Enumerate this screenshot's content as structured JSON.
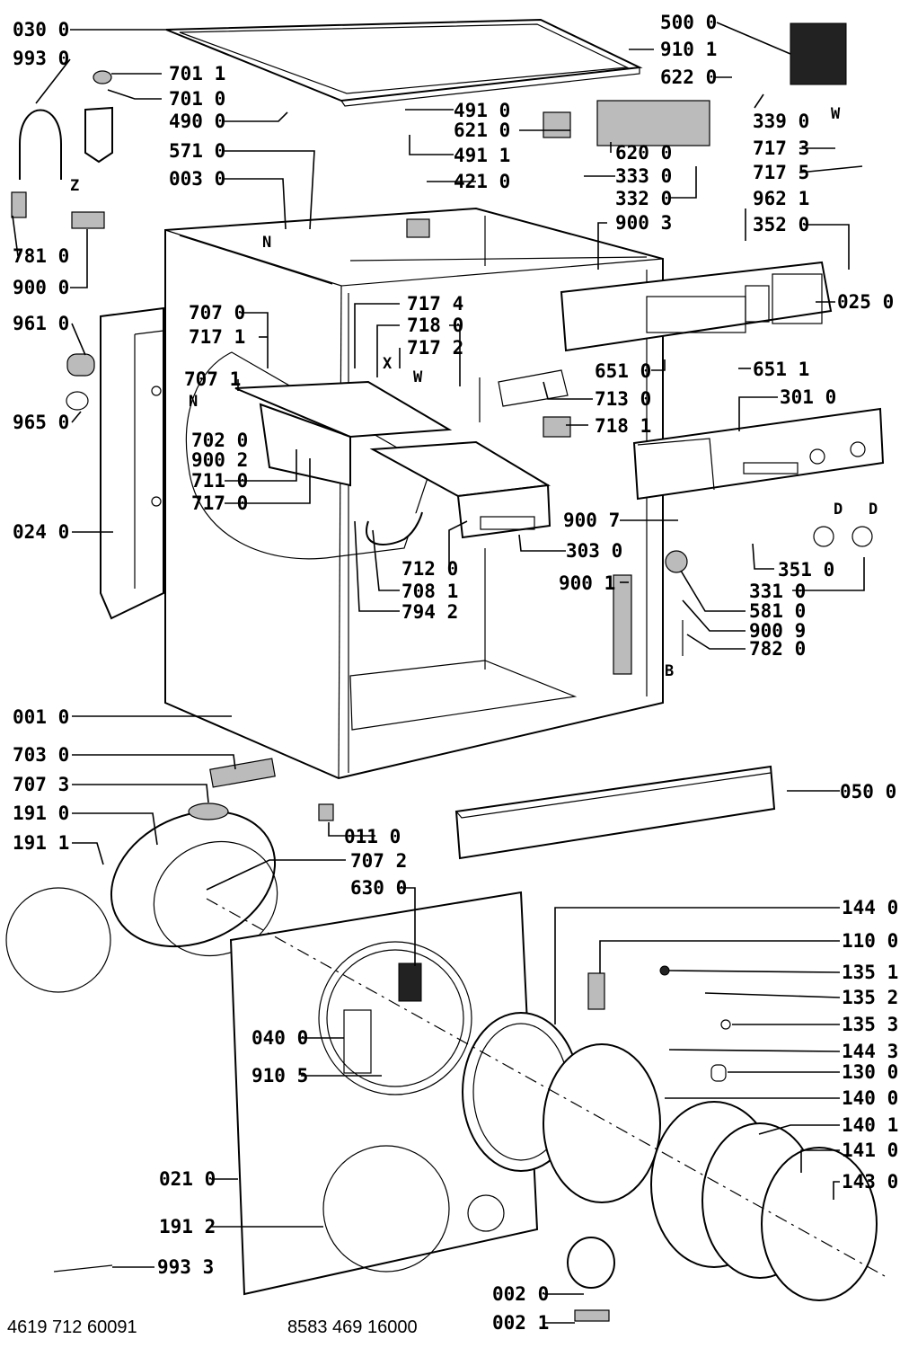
{
  "labels": [
    {
      "id": "p030",
      "text": "030 0"
    },
    {
      "id": "p993a",
      "text": "993 0"
    },
    {
      "id": "p701a",
      "text": "701 1"
    },
    {
      "id": "p701b",
      "text": "701 0"
    },
    {
      "id": "p490",
      "text": "490 0"
    },
    {
      "id": "p571",
      "text": "571 0"
    },
    {
      "id": "p003",
      "text": "003 0"
    },
    {
      "id": "p781",
      "text": "781 0"
    },
    {
      "id": "p900a",
      "text": "900 0"
    },
    {
      "id": "p961",
      "text": "961 0"
    },
    {
      "id": "p965",
      "text": "965 0"
    },
    {
      "id": "p024",
      "text": "024 0"
    },
    {
      "id": "p707a",
      "text": "707 0"
    },
    {
      "id": "p717a",
      "text": "717 1"
    },
    {
      "id": "p707b",
      "text": "707 1"
    },
    {
      "id": "p702",
      "text": "702 0"
    },
    {
      "id": "p900b",
      "text": "900 2"
    },
    {
      "id": "p711",
      "text": "711 0"
    },
    {
      "id": "p717b",
      "text": "717 0"
    },
    {
      "id": "p717c",
      "text": "717 4"
    },
    {
      "id": "p718a",
      "text": "718 0"
    },
    {
      "id": "p717d",
      "text": "717 2"
    },
    {
      "id": "p491a",
      "text": "491 0"
    },
    {
      "id": "p621",
      "text": "621 0"
    },
    {
      "id": "p491b",
      "text": "491 1"
    },
    {
      "id": "p421",
      "text": "421 0"
    },
    {
      "id": "p500",
      "text": "500 0"
    },
    {
      "id": "p910a",
      "text": "910 1"
    },
    {
      "id": "p622",
      "text": "622 0"
    },
    {
      "id": "p339",
      "text": "339 0"
    },
    {
      "id": "p717e",
      "text": "717 3"
    },
    {
      "id": "p717f",
      "text": "717 5"
    },
    {
      "id": "p620",
      "text": "620 0"
    },
    {
      "id": "p333",
      "text": "333 0"
    },
    {
      "id": "p332",
      "text": "332 0"
    },
    {
      "id": "p962",
      "text": "962 1"
    },
    {
      "id": "p900c",
      "text": "900 3"
    },
    {
      "id": "p352",
      "text": "352 0"
    },
    {
      "id": "p025",
      "text": "025 0"
    },
    {
      "id": "p651a",
      "text": "651 0"
    },
    {
      "id": "p651b",
      "text": "651 1"
    },
    {
      "id": "p713",
      "text": "713 0"
    },
    {
      "id": "p718b",
      "text": "718 1"
    },
    {
      "id": "p301",
      "text": "301 0"
    },
    {
      "id": "p900d",
      "text": "900 7"
    },
    {
      "id": "p303",
      "text": "303 0"
    },
    {
      "id": "p712",
      "text": "712 0"
    },
    {
      "id": "p708",
      "text": "708 1"
    },
    {
      "id": "p794",
      "text": "794 2"
    },
    {
      "id": "p900e",
      "text": "900 1"
    },
    {
      "id": "p351",
      "text": "351 0"
    },
    {
      "id": "p331",
      "text": "331 0"
    },
    {
      "id": "p581",
      "text": "581 0"
    },
    {
      "id": "p900f",
      "text": "900 9"
    },
    {
      "id": "p782",
      "text": "782 0"
    },
    {
      "id": "p001",
      "text": "001 0"
    },
    {
      "id": "p703",
      "text": "703 0"
    },
    {
      "id": "p707c",
      "text": "707 3"
    },
    {
      "id": "p191a",
      "text": "191 0"
    },
    {
      "id": "p191b",
      "text": "191 1"
    },
    {
      "id": "p011",
      "text": "011 0"
    },
    {
      "id": "p050",
      "text": "050 0"
    },
    {
      "id": "p707d",
      "text": "707 2"
    },
    {
      "id": "p630",
      "text": "630 0"
    },
    {
      "id": "p144a",
      "text": "144 0"
    },
    {
      "id": "p110",
      "text": "110 0"
    },
    {
      "id": "p135a",
      "text": "135 1"
    },
    {
      "id": "p135b",
      "text": "135 2"
    },
    {
      "id": "p135c",
      "text": "135 3"
    },
    {
      "id": "p144b",
      "text": "144 3"
    },
    {
      "id": "p040",
      "text": "040 0"
    },
    {
      "id": "p910b",
      "text": "910 5"
    },
    {
      "id": "p130",
      "text": "130 0"
    },
    {
      "id": "p140a",
      "text": "140 0"
    },
    {
      "id": "p140b",
      "text": "140 1"
    },
    {
      "id": "p141",
      "text": "141 0"
    },
    {
      "id": "p143",
      "text": "143 0"
    },
    {
      "id": "p021",
      "text": "021 0"
    },
    {
      "id": "p191c",
      "text": "191 2"
    },
    {
      "id": "p993b",
      "text": "993 3"
    },
    {
      "id": "p002a",
      "text": "002 0"
    },
    {
      "id": "p002b",
      "text": "002 1"
    }
  ],
  "markers": {
    "z": "Z",
    "n1": "N",
    "n2": "N",
    "x": "X",
    "w1": "W",
    "w2": "W",
    "d1": "D",
    "d2": "D",
    "b": "B"
  },
  "footer": {
    "left_code": "4619 712 60091",
    "center_code": "8583 469 16000"
  }
}
